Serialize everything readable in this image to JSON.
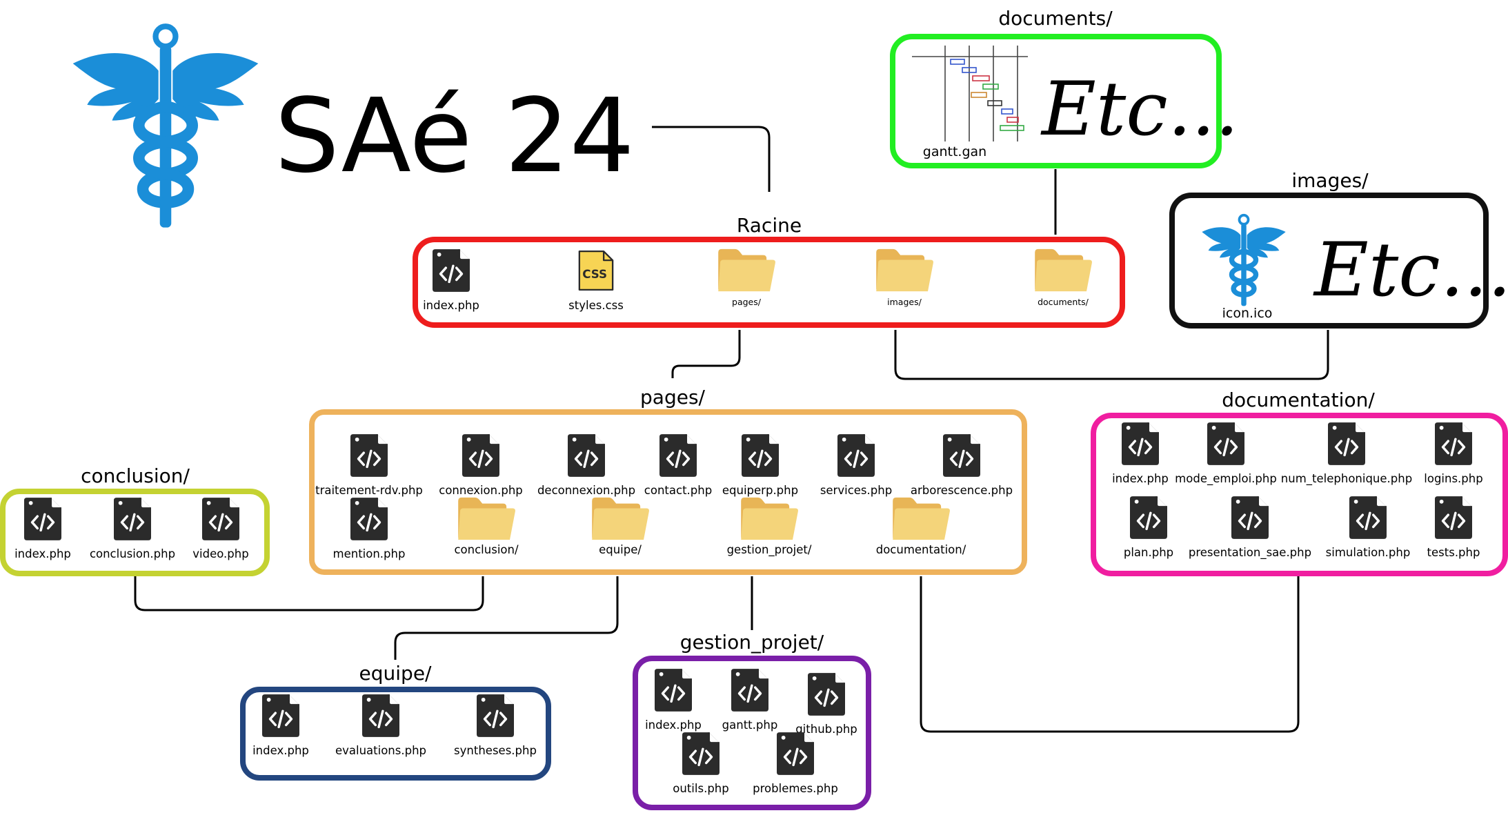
{
  "title": "SAé 24",
  "logo_icon": "caduceus-icon",
  "colors": {
    "logo": "#1b8ed8",
    "file": "#2b2b2b",
    "folder": "#f4d47a",
    "folder_dark": "#e8b556",
    "css": "#f7d454",
    "connector": "#000000"
  },
  "boxes": {
    "racine": {
      "title": "Racine",
      "color": "#ee1d1d",
      "items": [
        {
          "type": "file",
          "label": "index.php"
        },
        {
          "type": "css",
          "label": "styles.css",
          "glyph": "CSS"
        },
        {
          "type": "folder",
          "label": "pages/"
        },
        {
          "type": "folder",
          "label": "images/"
        },
        {
          "type": "folder",
          "label": "documents/"
        }
      ]
    },
    "documents": {
      "title": "documents/",
      "color": "#22ee22",
      "gantt_label": "gantt.gan",
      "etc": "Etc..."
    },
    "images": {
      "title": "images/",
      "color": "#111111",
      "ico_label": "icon.ico",
      "etc": "Etc..."
    },
    "pages": {
      "title": "pages/",
      "color": "#eeb25c",
      "items": [
        {
          "type": "file",
          "label": "traitement-rdv.php"
        },
        {
          "type": "file",
          "label": "connexion.php"
        },
        {
          "type": "file",
          "label": "deconnexion.php"
        },
        {
          "type": "file",
          "label": "contact.php"
        },
        {
          "type": "file",
          "label": "equiperp.php"
        },
        {
          "type": "file",
          "label": "services.php"
        },
        {
          "type": "file",
          "label": "arborescence.php"
        },
        {
          "type": "file",
          "label": "mention.php"
        },
        {
          "type": "folder",
          "label": "conclusion/"
        },
        {
          "type": "folder",
          "label": "equipe/"
        },
        {
          "type": "folder",
          "label": "gestion_projet/"
        },
        {
          "type": "folder",
          "label": "documentation/"
        }
      ]
    },
    "conclusion": {
      "title": "conclusion/",
      "color": "#c4d232",
      "items": [
        {
          "type": "file",
          "label": "index.php"
        },
        {
          "type": "file",
          "label": "conclusion.php"
        },
        {
          "type": "file",
          "label": "video.php"
        }
      ]
    },
    "documentation": {
      "title": "documentation/",
      "color": "#f01ea0",
      "items": [
        {
          "type": "file",
          "label": "index.php"
        },
        {
          "type": "file",
          "label": "mode_emploi.php"
        },
        {
          "type": "file",
          "label": "num_telephonique.php"
        },
        {
          "type": "file",
          "label": "logins.php"
        },
        {
          "type": "file",
          "label": "plan.php"
        },
        {
          "type": "file",
          "label": "presentation_sae.php"
        },
        {
          "type": "file",
          "label": "simulation.php"
        },
        {
          "type": "file",
          "label": "tests.php"
        }
      ]
    },
    "equipe": {
      "title": "equipe/",
      "color": "#23467f",
      "items": [
        {
          "type": "file",
          "label": "index.php"
        },
        {
          "type": "file",
          "label": "evaluations.php"
        },
        {
          "type": "file",
          "label": "syntheses.php"
        }
      ]
    },
    "gestion_projet": {
      "title": "gestion_projet/",
      "color": "#7a1fa8",
      "items": [
        {
          "type": "file",
          "label": "index.php"
        },
        {
          "type": "file",
          "label": "gantt.php"
        },
        {
          "type": "file",
          "label": "github.php"
        },
        {
          "type": "file",
          "label": "outils.php"
        },
        {
          "type": "file",
          "label": "problemes.php"
        }
      ]
    }
  }
}
